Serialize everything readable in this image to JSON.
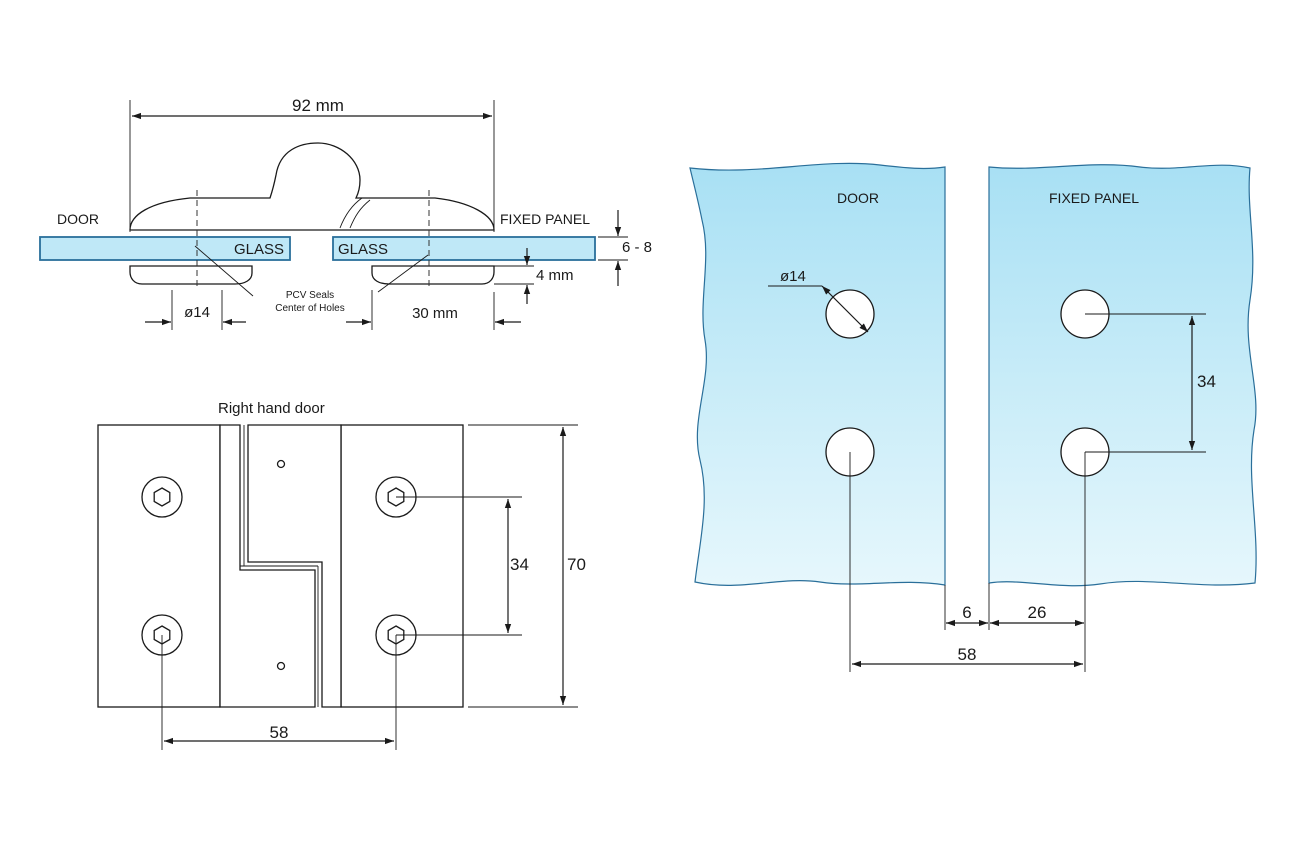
{
  "colors": {
    "glass_fill_top": "#a8e0f4",
    "glass_fill_bottom": "#e6f7fc",
    "glass_outline": "#2a6f9a",
    "line": "#1a1a1a",
    "background": "#ffffff"
  },
  "side_view": {
    "overall_width": "92 mm",
    "door_label": "DOOR",
    "fixed_panel_label": "FIXED PANEL",
    "glass_left": "GLASS",
    "glass_right": "GLASS",
    "glass_thickness": "6 - 8",
    "plate_thickness": "4 mm",
    "hole_diameter": "ø14",
    "hole_offset": "30 mm",
    "note_seals": "PCV Seals",
    "note_center": "Center of Holes"
  },
  "front_view": {
    "title": "Right hand door",
    "hole_spacing": "34",
    "height": "70",
    "hole_distance": "58"
  },
  "panel_view": {
    "door_label": "DOOR",
    "fixed_panel_label": "FIXED PANEL",
    "hole_diameter": "ø14",
    "hole_spacing": "34",
    "gap": "6",
    "panel_edge_offset": "26",
    "hole_distance": "58"
  }
}
